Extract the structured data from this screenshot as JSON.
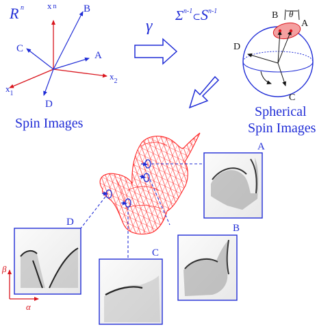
{
  "colors": {
    "blue": "#1f2cd6",
    "red": "#d9141c",
    "mesh": "#ff2222",
    "patch": "#f4a0a0"
  },
  "left_panel": {
    "space_label": "R",
    "space_sup": "n",
    "caption": "Spin Images",
    "axes": {
      "xn_main": "x",
      "xn_sub": "n",
      "x1_main": "x",
      "x1_sub": "1",
      "x2_main": "x",
      "x2_sub": "2"
    },
    "vectors": [
      "A",
      "B",
      "C",
      "D"
    ]
  },
  "mapping": {
    "symbol": "γ"
  },
  "right_panel": {
    "sigma": "Σ",
    "sigma_sup": "n-1",
    "subset": "⊂",
    "s": "S",
    "s_sup": "n-1",
    "theta": "θ",
    "points": [
      "A",
      "B",
      "C",
      "D"
    ],
    "caption_line1": "Spherical",
    "caption_line2": "Spin Images"
  },
  "spin_images": [
    {
      "label": "A"
    },
    {
      "label": "B"
    },
    {
      "label": "C"
    },
    {
      "label": "D"
    }
  ],
  "plot_axes": {
    "alpha": "α",
    "beta": "β"
  }
}
